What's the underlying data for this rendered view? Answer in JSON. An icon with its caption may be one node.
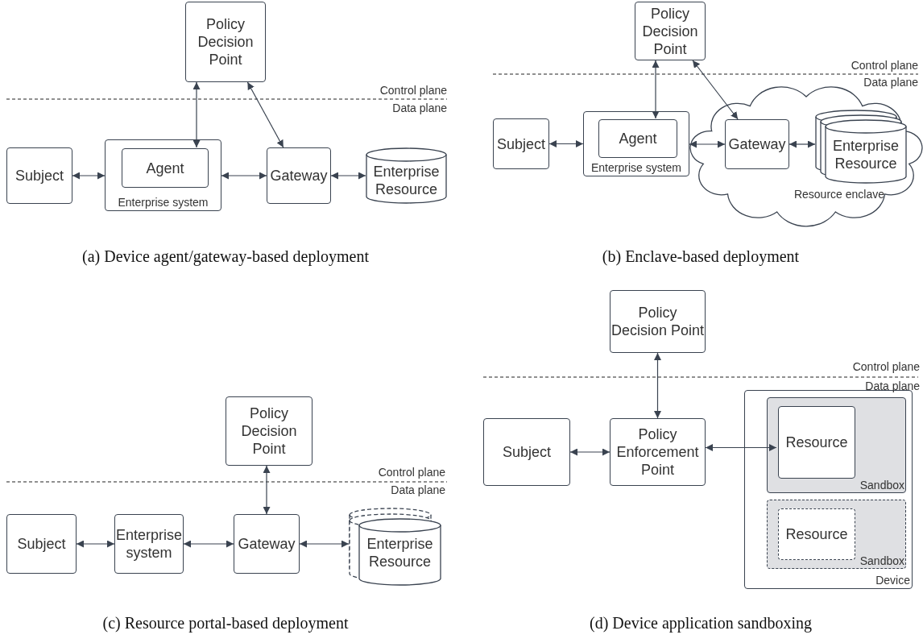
{
  "diagram": {
    "nodes": [
      {
        "text": [
          "Policy Decision Point"
        ]
      },
      {
        "text": [
          "Subject"
        ]
      },
      {
        "text": [
          "Enterprise system"
        ]
      },
      {
        "text": [
          "Agent"
        ],
        "in": 2
      },
      {
        "text": [
          "Gateway"
        ]
      },
      {
        "text": [
          "Enterprise Resource"
        ]
      },
      {
        "text": [
          "Policy Decision Point"
        ]
      },
      {
        "text": [
          "Subject"
        ]
      },
      {
        "text": [
          "Enterprise system"
        ]
      },
      {
        "text": [
          "Agent"
        ],
        "in": 8
      },
      {
        "text": [
          "Resource enclave"
        ]
      },
      {
        "text": [
          "Gateway"
        ],
        "in": 10
      },
      {
        "text": [
          "Enterprise Resource"
        ],
        "in": 10
      },
      {
        "text": [
          "Policy Decision Point"
        ]
      },
      {
        "text": [
          "Subject"
        ]
      },
      {
        "text": [
          "Enterprise system"
        ]
      },
      {
        "text": [
          "Gateway"
        ]
      },
      {
        "text": [
          "Enterprise Resource"
        ]
      },
      {
        "text": [
          "Policy Decision Point"
        ]
      },
      {
        "text": [
          "Subject"
        ]
      },
      {
        "text": [
          "Policy Enforcement Point"
        ]
      },
      {
        "text": [
          "Device"
        ]
      },
      {
        "text": [
          "Sandbox"
        ],
        "in": 21
      },
      {
        "text": [
          "Resource"
        ],
        "in": 22
      },
      {
        "text": [
          "Sandbox"
        ],
        "in": 21
      },
      {
        "text": [
          "Resource"
        ],
        "in": 24
      }
    ],
    "edges": [
      {
        "from": 0,
        "to": 3,
        "arrow": "both"
      },
      {
        "from": 0,
        "to": 4,
        "arrow": "both"
      },
      {
        "from": 1,
        "to": 2,
        "arrow": "both"
      },
      {
        "from": 2,
        "to": 4,
        "arrow": "both"
      },
      {
        "from": 4,
        "to": 5,
        "arrow": "both"
      },
      {
        "from": 6,
        "to": 9,
        "arrow": "both"
      },
      {
        "from": 6,
        "to": 11,
        "arrow": "both"
      },
      {
        "from": 7,
        "to": 8,
        "arrow": "both"
      },
      {
        "from": 8,
        "to": 11,
        "arrow": "both"
      },
      {
        "from": 11,
        "to": 12,
        "arrow": "both"
      },
      {
        "from": 13,
        "to": 16,
        "arrow": "both"
      },
      {
        "from": 14,
        "to": 15,
        "arrow": "both"
      },
      {
        "from": 15,
        "to": 16,
        "arrow": "both"
      },
      {
        "from": 16,
        "to": 17,
        "arrow": "both"
      },
      {
        "from": 18,
        "to": 20,
        "arrow": "both"
      },
      {
        "from": 19,
        "to": 20,
        "arrow": "both"
      },
      {
        "from": 20,
        "to": 23,
        "arrow": "both"
      }
    ],
    "labels": [
      "Control plane",
      "Data plane",
      "Control plane",
      "Data plane",
      "(a) Device agent/gateway-based deployment",
      "(b) Enclave-based deployment",
      "Control plane",
      "Data plane",
      "Control plane",
      "Data plane",
      "(c) Resource portal-based deployment",
      "(d) Device application sandboxing"
    ]
  }
}
